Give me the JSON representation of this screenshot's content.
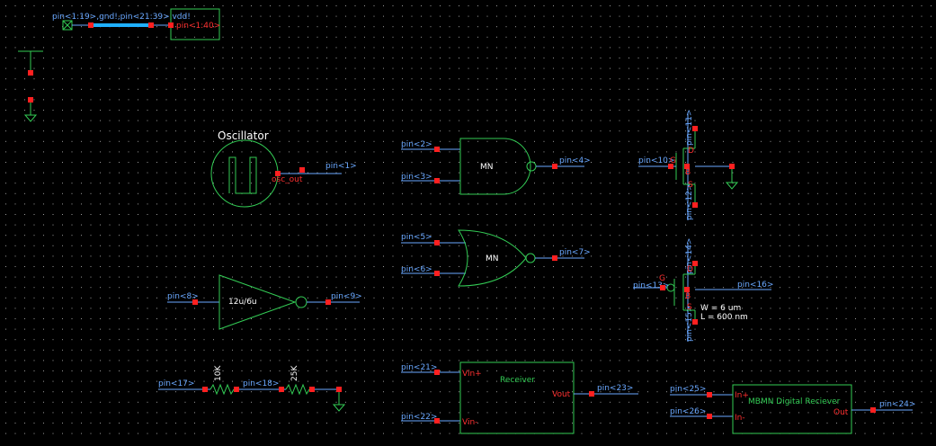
{
  "colors": {
    "background": "#000000",
    "wire": "#6aa8ff",
    "device": "#33cc55",
    "pin_square": "#ff2020",
    "grid_dot": "#ffffff",
    "bus_highlight": "#1fb0ff"
  },
  "bus": {
    "label": "pin<1:19>,gnd!,pin<21:39>,vdd!",
    "out_label": "pin<1:40>"
  },
  "oscillator": {
    "title": "Oscillator",
    "out_label": "osc_out",
    "pin_label": "pin<1>"
  },
  "nand": {
    "in_a": "pin<2>",
    "in_b": "pin<3>",
    "label": "MN",
    "out": "pin<4>"
  },
  "nor": {
    "in_a": "pin<5>",
    "in_b": "pin<6>",
    "label": "MN",
    "out": "pin<7>"
  },
  "inverter": {
    "in": "pin<8>",
    "label": "12u/6u",
    "out": "pin<9>"
  },
  "nmos": {
    "drain": "pin<11>",
    "gate": "pin<10>",
    "source": "pin<12>",
    "d": "D",
    "g": "G",
    "s": "S",
    "b": "B"
  },
  "pmos": {
    "drain": "pin<14>",
    "gate": "pin<13>",
    "source": "pin<15>",
    "bulk": "pin<16>",
    "g": "G",
    "b": "B",
    "d": "D",
    "s": "S",
    "w": "W = 6 um",
    "l": "L = 600 nm"
  },
  "resistors": {
    "in": "pin<17>",
    "mid": "pin<18>",
    "r1": "10K",
    "r2": "25K"
  },
  "receiver": {
    "in_p_pin": "pin<21>",
    "in_n_pin": "pin<22>",
    "out_pin": "pin<23>",
    "title": "Receiver",
    "vinp": "Vin+",
    "vinn": "Vin-",
    "vout": "Vout"
  },
  "digital": {
    "in_p_pin": "pin<25>",
    "in_n_pin": "pin<26>",
    "out_pin": "pin<24>",
    "title": "MBMN Digital Reciever",
    "inp": "In+",
    "inn": "In-",
    "out": "Out"
  }
}
